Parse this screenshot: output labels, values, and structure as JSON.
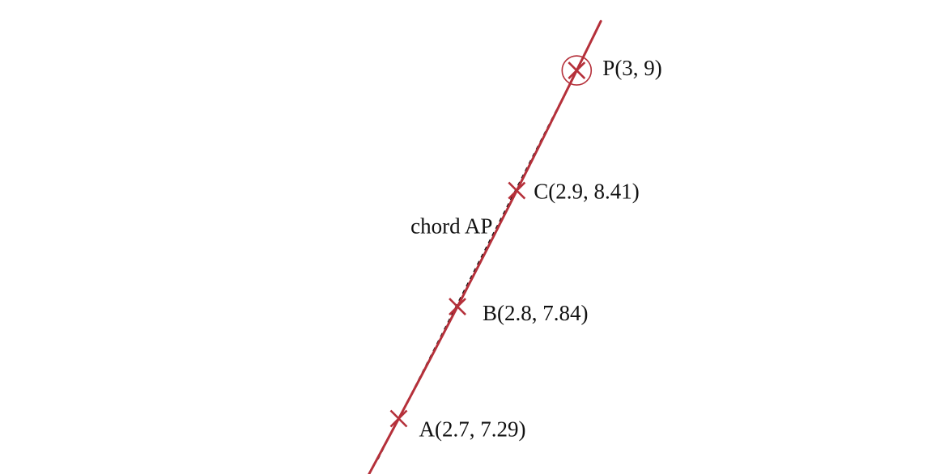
{
  "chart_data": {
    "type": "line",
    "title": "",
    "xlabel": "",
    "ylabel": "",
    "curve": {
      "function": "y = x^2",
      "x_range": [
        2.647,
        3.04
      ]
    },
    "points": [
      {
        "id": "A",
        "x": 2.7,
        "y": 7.29,
        "label": "A(2.7, 7.29)"
      },
      {
        "id": "B",
        "x": 2.8,
        "y": 7.84,
        "label": "B(2.8, 7.84)"
      },
      {
        "id": "C",
        "x": 2.9,
        "y": 8.41,
        "label": "C(2.9, 8.41)"
      },
      {
        "id": "P",
        "x": 3,
        "y": 9,
        "label": "P(3, 9)",
        "circled": true
      }
    ],
    "chord": {
      "from": "A",
      "to": "P",
      "label": "chord AP",
      "style": "dashed"
    }
  },
  "colors": {
    "curve": "#b5303a",
    "markers": "#b5303a",
    "chord": "#111111",
    "text": "#111111"
  }
}
